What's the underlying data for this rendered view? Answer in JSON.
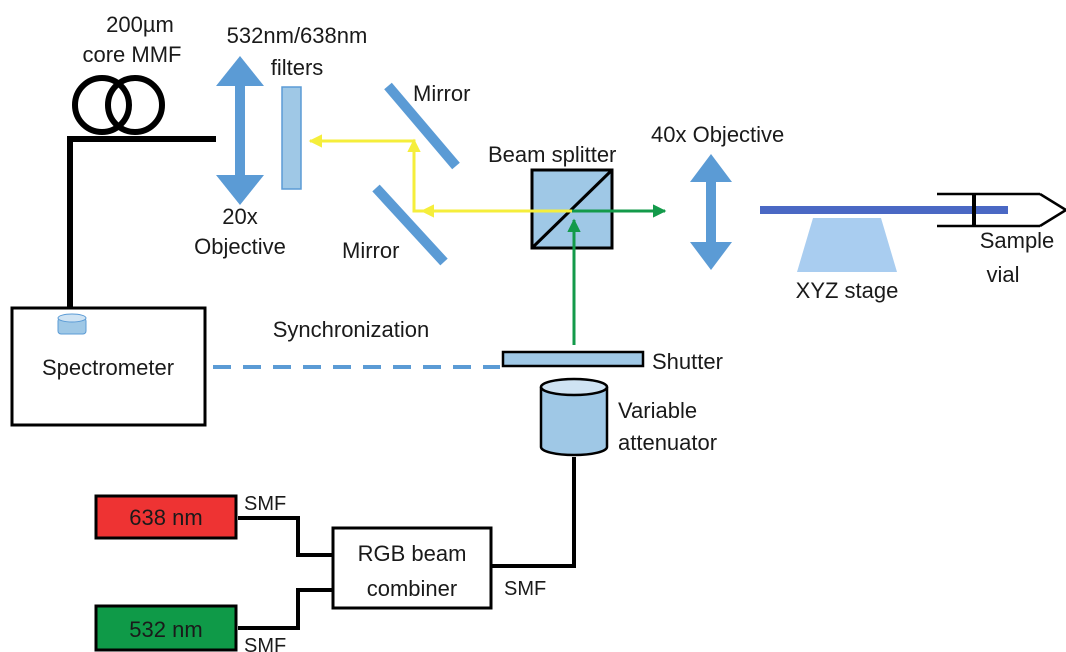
{
  "labels": {
    "fiber_line1": "200µm",
    "fiber_line2": "core MMF",
    "filters_line1": "532nm/638nm",
    "filters_line2": "filters",
    "mirror_top": "Mirror",
    "mirror_bottom": "Mirror",
    "beam_splitter": "Beam splitter",
    "obj40": "40x Objective",
    "obj20_line1": "20x",
    "obj20_line2": "Objective",
    "sample_line1": "Sample",
    "sample_line2": "vial",
    "xyz_stage": "XYZ stage",
    "synchronization": "Synchronization",
    "spectrometer": "Spectrometer",
    "shutter": "Shutter",
    "attenuator_line1": "Variable",
    "attenuator_line2": "attenuator",
    "laser_red": "638 nm",
    "laser_green": "532 nm",
    "smf_red": "SMF",
    "smf_green": "SMF",
    "smf_out": "SMF",
    "combiner_line1": "RGB beam",
    "combiner_line2": "combiner"
  },
  "colors": {
    "optic_blue": "#5b9bd5",
    "optic_fill": "#9fc8e6",
    "beam_yellow": "#f5ee3b",
    "beam_green": "#139a4a",
    "laser_red": "#ee3333",
    "laser_green": "#0f9a48",
    "stage_fill": "#a9cdf0",
    "rod_blue": "#4a68c4"
  }
}
